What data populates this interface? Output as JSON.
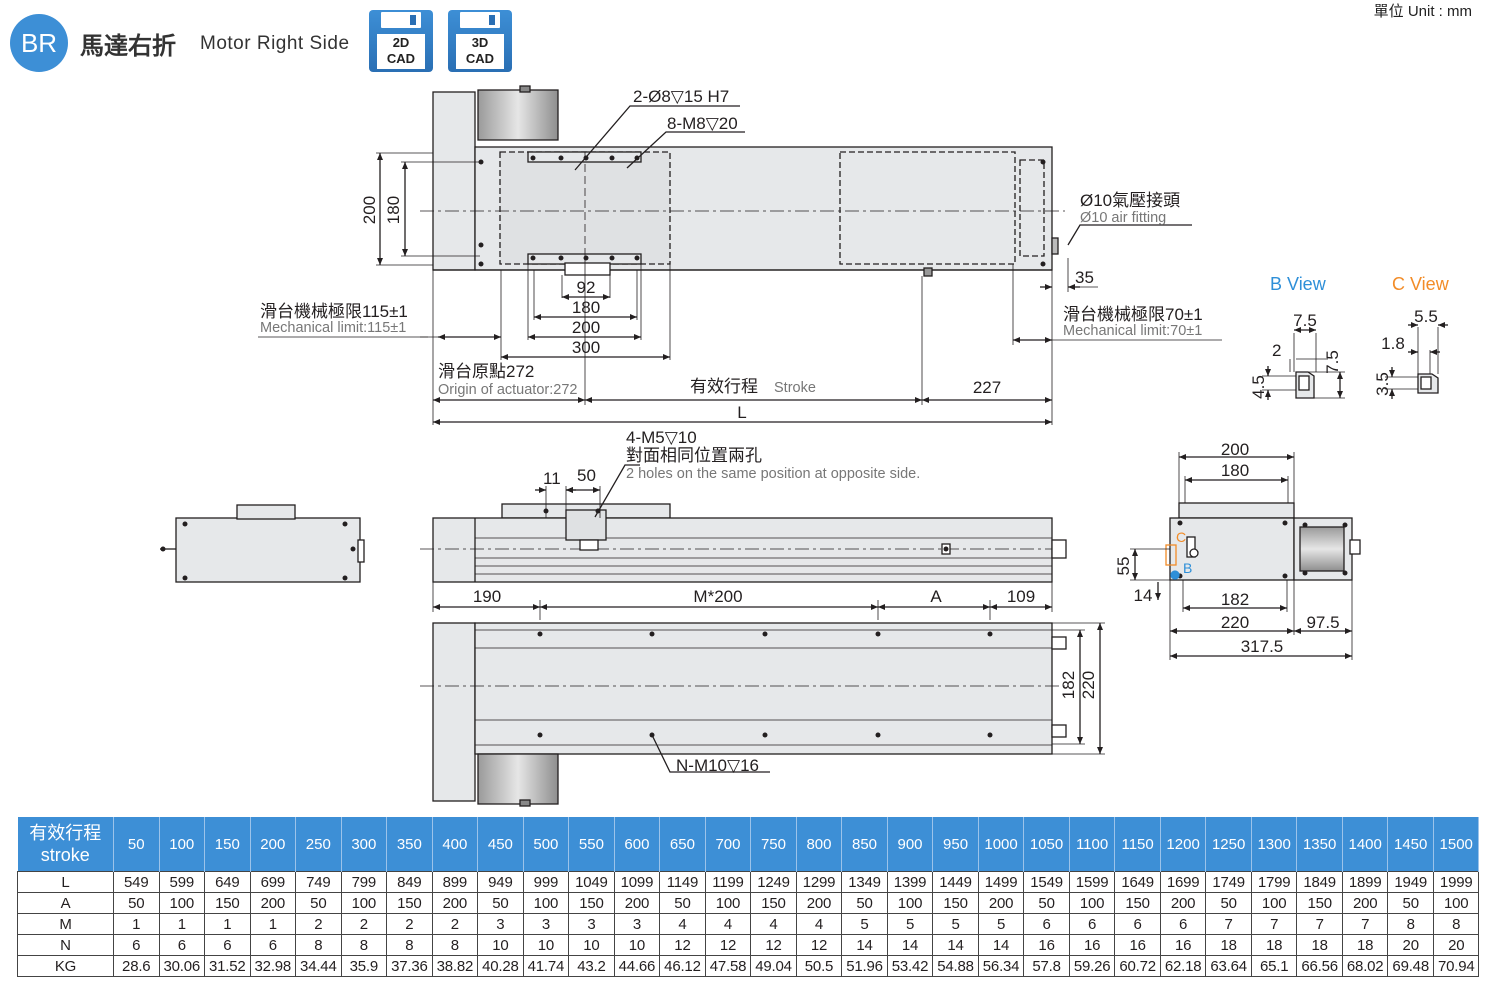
{
  "header": {
    "badge": "BR",
    "title_zh": "馬達右折",
    "title_en": "Motor Right Side",
    "unit": "單位 Unit : mm",
    "cad_2d": {
      "line1": "2D",
      "line2": "CAD"
    },
    "cad_3d": {
      "line1": "3D",
      "line2": "CAD"
    }
  },
  "colors": {
    "accent": "#3d8fd6",
    "b_view": "#2e8fd8",
    "c_view": "#f28c28",
    "line": "#231f20"
  },
  "top_view": {
    "holes_h7": "2-Ø8▽15 H7",
    "holes_m8": "8-M8▽20",
    "dim_200": "200",
    "dim_180": "180",
    "air_fitting_zh": "Ø10氣壓接頭",
    "air_fitting_en": "Ø10 air fitting",
    "dim_35": "35",
    "dim_92": "92",
    "dim_180b": "180",
    "dim_200b": "200",
    "dim_300": "300",
    "mech_limit_left_zh": "滑台機械極限115±1",
    "mech_limit_left_en": "Mechanical limit:115±1",
    "mech_limit_right_zh": "滑台機械極限70±1",
    "mech_limit_right_en": "Mechanical limit:70±1",
    "origin_zh": "滑台原點272",
    "origin_en": "Origin of actuator:272",
    "stroke_zh": "有效行程",
    "stroke_en": "Stroke",
    "dim_227": "227",
    "dim_L": "L"
  },
  "side_view": {
    "holes_m5": "4-M5▽10",
    "holes_note_zh": "對面相同位置兩孔",
    "holes_note_en": "2 holes on the same position at opposite side.",
    "dim_11": "11",
    "dim_50": "50",
    "dim_190": "190",
    "dim_m200": "M*200",
    "dim_A": "A",
    "dim_109": "109"
  },
  "bottom_view": {
    "dim_182": "182",
    "dim_220": "220",
    "holes_m10": "N-M10▽16"
  },
  "b_view": {
    "title": "B View",
    "d75": "7.5",
    "d2": "2",
    "d45": "4.5",
    "d75v": "7.5"
  },
  "c_view": {
    "title": "C View",
    "d55": "5.5",
    "d18": "1.8",
    "d35": "3.5"
  },
  "end_view": {
    "d200": "200",
    "d180": "180",
    "d55": "55",
    "d14": "14",
    "d182": "182",
    "d220": "220",
    "d975": "97.5",
    "d3175": "317.5",
    "label_c": "C",
    "label_b": "B"
  },
  "table": {
    "header_zh": "有效行程",
    "header_en": "stroke",
    "strokes": [
      "50",
      "100",
      "150",
      "200",
      "250",
      "300",
      "350",
      "400",
      "450",
      "500",
      "550",
      "600",
      "650",
      "700",
      "750",
      "800",
      "850",
      "900",
      "950",
      "1000",
      "1050",
      "1100",
      "1150",
      "1200",
      "1250",
      "1300",
      "1350",
      "1400",
      "1450",
      "1500"
    ],
    "rows": [
      {
        "label": "L",
        "values": [
          "549",
          "599",
          "649",
          "699",
          "749",
          "799",
          "849",
          "899",
          "949",
          "999",
          "1049",
          "1099",
          "1149",
          "1199",
          "1249",
          "1299",
          "1349",
          "1399",
          "1449",
          "1499",
          "1549",
          "1599",
          "1649",
          "1699",
          "1749",
          "1799",
          "1849",
          "1899",
          "1949",
          "1999"
        ]
      },
      {
        "label": "A",
        "values": [
          "50",
          "100",
          "150",
          "200",
          "50",
          "100",
          "150",
          "200",
          "50",
          "100",
          "150",
          "200",
          "50",
          "100",
          "150",
          "200",
          "50",
          "100",
          "150",
          "200",
          "50",
          "100",
          "150",
          "200",
          "50",
          "100",
          "150",
          "200",
          "50",
          "100"
        ]
      },
      {
        "label": "M",
        "values": [
          "1",
          "1",
          "1",
          "1",
          "2",
          "2",
          "2",
          "2",
          "3",
          "3",
          "3",
          "3",
          "4",
          "4",
          "4",
          "4",
          "5",
          "5",
          "5",
          "5",
          "6",
          "6",
          "6",
          "6",
          "7",
          "7",
          "7",
          "7",
          "8",
          "8"
        ]
      },
      {
        "label": "N",
        "values": [
          "6",
          "6",
          "6",
          "6",
          "8",
          "8",
          "8",
          "8",
          "10",
          "10",
          "10",
          "10",
          "12",
          "12",
          "12",
          "12",
          "14",
          "14",
          "14",
          "14",
          "16",
          "16",
          "16",
          "16",
          "18",
          "18",
          "18",
          "18",
          "20",
          "20"
        ]
      },
      {
        "label": "KG",
        "values": [
          "28.6",
          "30.06",
          "31.52",
          "32.98",
          "34.44",
          "35.9",
          "37.36",
          "38.82",
          "40.28",
          "41.74",
          "43.2",
          "44.66",
          "46.12",
          "47.58",
          "49.04",
          "50.5",
          "51.96",
          "53.42",
          "54.88",
          "56.34",
          "57.8",
          "59.26",
          "60.72",
          "62.18",
          "63.64",
          "65.1",
          "66.56",
          "68.02",
          "69.48",
          "70.94"
        ]
      }
    ]
  }
}
